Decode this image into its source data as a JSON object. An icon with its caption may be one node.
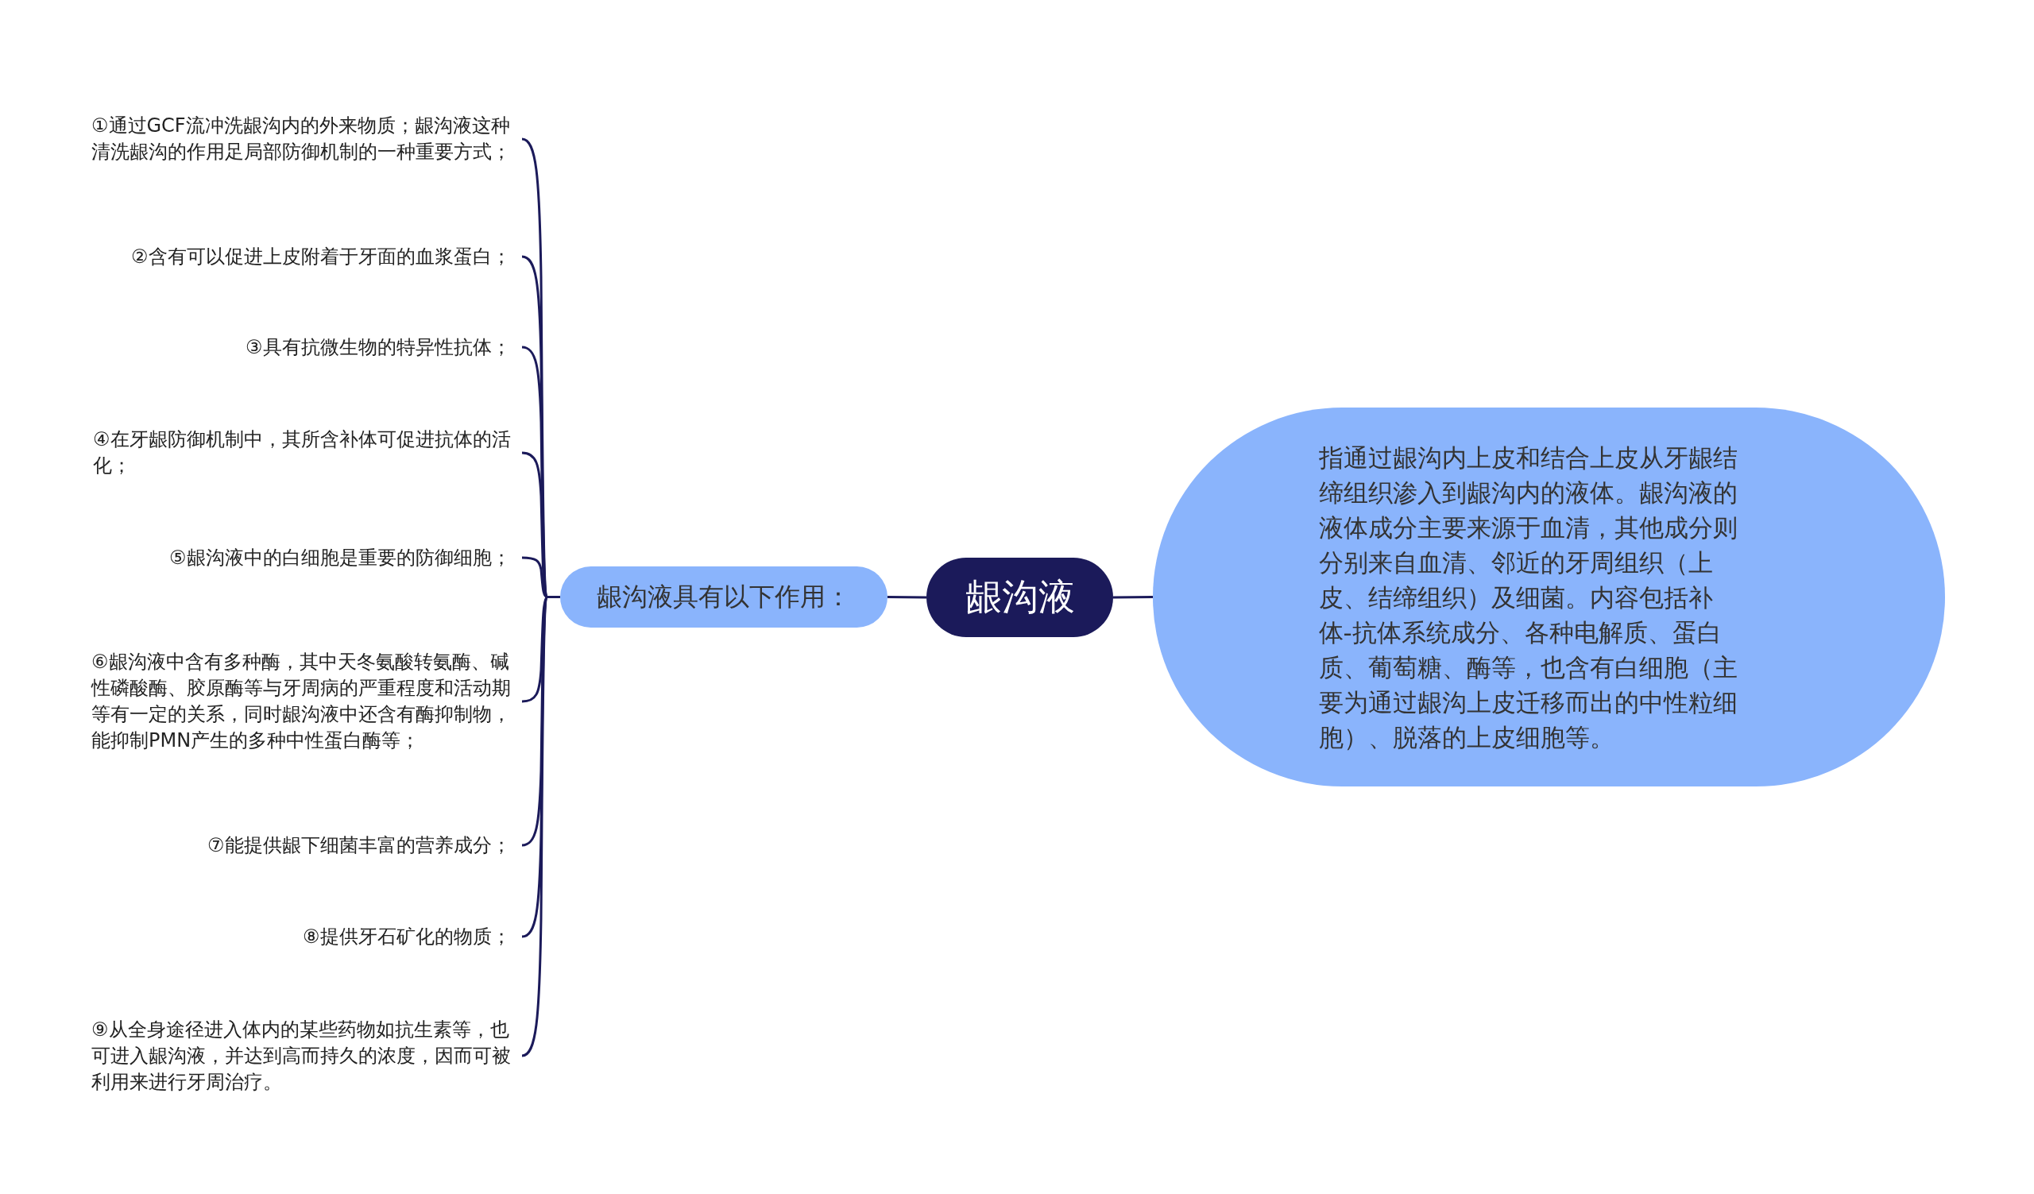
{
  "diagram": {
    "nodes": [
      {
        "text": [
          "龈沟液"
        ]
      },
      {
        "text": [
          "龈沟液具有以下作用："
        ]
      },
      {
        "text": [
          "①通过GCF流冲洗龈沟内的外来物质；龈沟液这种清洗龈沟的作用足局部防御机制的一种重要方式；"
        ]
      },
      {
        "text": [
          "②含有可以促进上皮附着于牙面的血浆蛋白；"
        ]
      },
      {
        "text": [
          "③具有抗微生物的特异性抗体；"
        ]
      },
      {
        "text": [
          "④在牙龈防御机制中，其所含补体可促进抗体的活化；"
        ]
      },
      {
        "text": [
          "⑤龈沟液中的白细胞是重要的防御细胞；"
        ]
      },
      {
        "text": [
          "⑥龈沟液中含有多种酶，其中天冬氨酸转氨酶、碱性磷酸酶、胶原酶等与牙周病的严重程度和活动期等有一定的关系，同时龈沟液中还含有酶抑制物，能抑制PMN产生的多种中性蛋白酶等；"
        ]
      },
      {
        "text": [
          "⑦能提供龈下细菌丰富的营养成分；"
        ]
      },
      {
        "text": [
          "⑧提供牙石矿化的物质；"
        ]
      },
      {
        "text": [
          "⑨从全身途径进入体内的某些药物如抗生素等，也可进入龈沟液，并达到高而持久的浓度，因而可被利用来进行牙周治疗。"
        ]
      },
      {
        "text": [
          "指通过龈沟内上皮和结合上皮从牙龈结缔组织渗入到龈沟内的液体。龈沟液的液体成分主要来源于血清，其他成分则分别来自血清、邻近的牙周组织（上皮、结缔组织）及细菌。内容包括补体-抗体系统成分、各种电解质、蛋白质、葡萄糖、酶等，也含有白细胞（主要为通过龈沟上皮迁移而出的中性粒细胞）、脱落的上皮细胞等。"
        ]
      }
    ],
    "edges": [
      {
        "from": 0,
        "to": 1,
        "arrow": "none"
      },
      {
        "from": 1,
        "to": 2,
        "arrow": "none"
      },
      {
        "from": 1,
        "to": 3,
        "arrow": "none"
      },
      {
        "from": 1,
        "to": 4,
        "arrow": "none"
      },
      {
        "from": 1,
        "to": 5,
        "arrow": "none"
      },
      {
        "from": 1,
        "to": 6,
        "arrow": "none"
      },
      {
        "from": 1,
        "to": 7,
        "arrow": "none"
      },
      {
        "from": 1,
        "to": 8,
        "arrow": "none"
      },
      {
        "from": 1,
        "to": 9,
        "arrow": "none"
      },
      {
        "from": 1,
        "to": 10,
        "arrow": "none"
      },
      {
        "from": 0,
        "to": 11,
        "arrow": "none"
      }
    ]
  }
}
